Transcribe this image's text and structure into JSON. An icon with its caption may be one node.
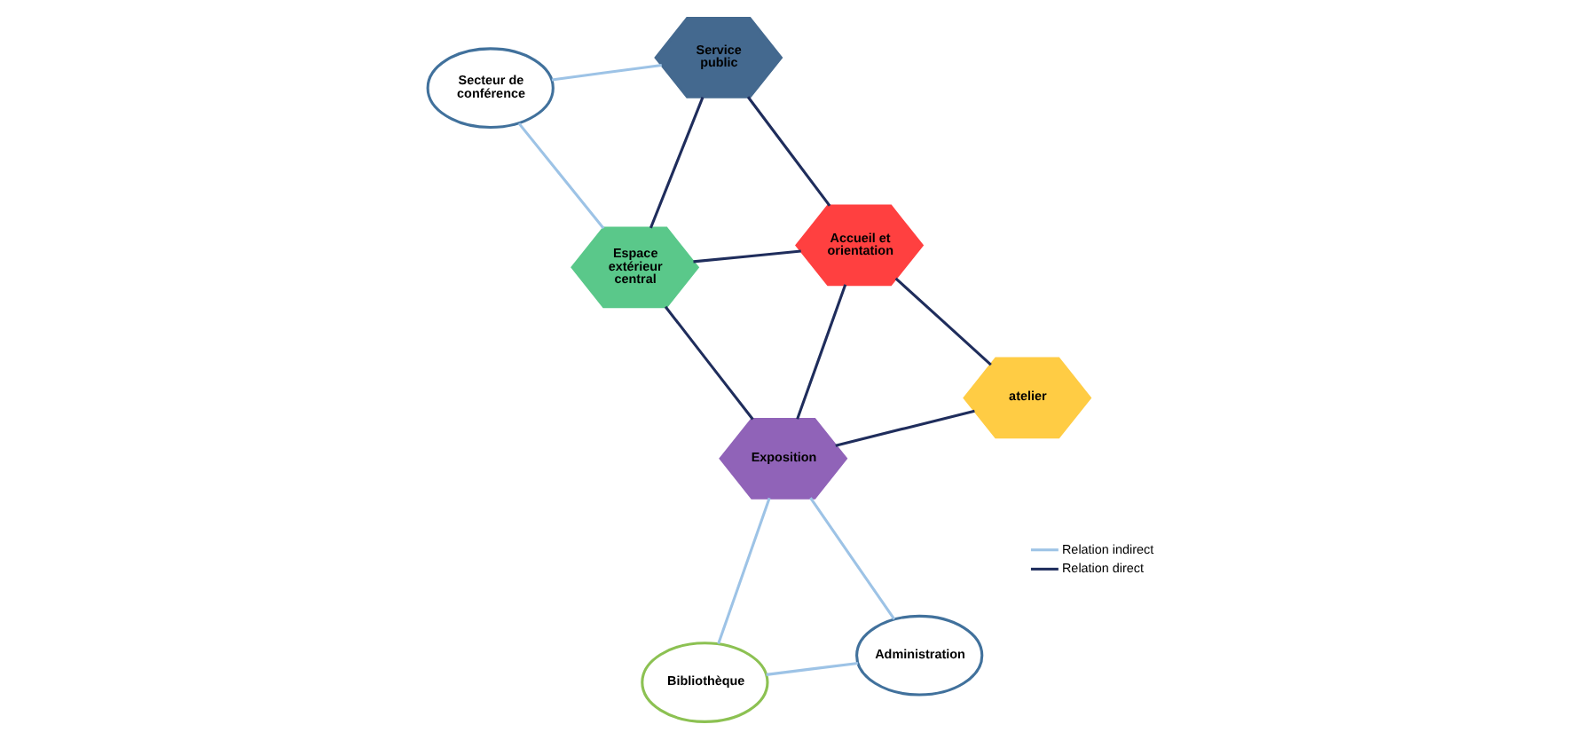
{
  "diagram": {
    "nodes": [
      {
        "text": [
          "Espace extérieur central"
        ]
      },
      {
        "text": [
          "Exposition"
        ]
      },
      {
        "text": [
          "Bibliothèque"
        ]
      },
      {
        "text": [
          "Secteur de conférence"
        ]
      },
      {
        "text": [
          "Accueil et orientation"
        ]
      },
      {
        "text": [
          "Administration"
        ]
      },
      {
        "text": [
          "Service public"
        ]
      },
      {
        "text": [
          "atelier"
        ]
      }
    ],
    "edges": [
      {
        "from": 0,
        "to": 1,
        "arrow": "none"
      },
      {
        "from": 1,
        "to": 2,
        "arrow": "none",
        "color": "#9dc3e6"
      },
      {
        "from": 3,
        "to": 0,
        "arrow": "none",
        "color": "#9dc3e6"
      },
      {
        "from": 0,
        "to": 4,
        "arrow": "none"
      },
      {
        "from": 0,
        "to": 6,
        "arrow": "none"
      },
      {
        "from": 1,
        "to": 5,
        "arrow": "none",
        "color": "#9dc3e6"
      },
      {
        "from": 2,
        "to": 5,
        "arrow": "none",
        "color": "#9dc3e6"
      },
      {
        "from": 4,
        "to": 1,
        "arrow": "none"
      },
      {
        "from": 1,
        "to": 7,
        "arrow": "none"
      },
      {
        "from": 3,
        "to": 6,
        "arrow": "none",
        "color": "#9dc3e6"
      },
      {
        "from": 6,
        "to": 4,
        "arrow": "none"
      },
      {
        "from": 4,
        "to": 7,
        "arrow": "none"
      }
    ],
    "legend": [
      {
        "text": "Relation indirect"
      },
      {
        "text": "Relation direct"
      }
    ]
  }
}
